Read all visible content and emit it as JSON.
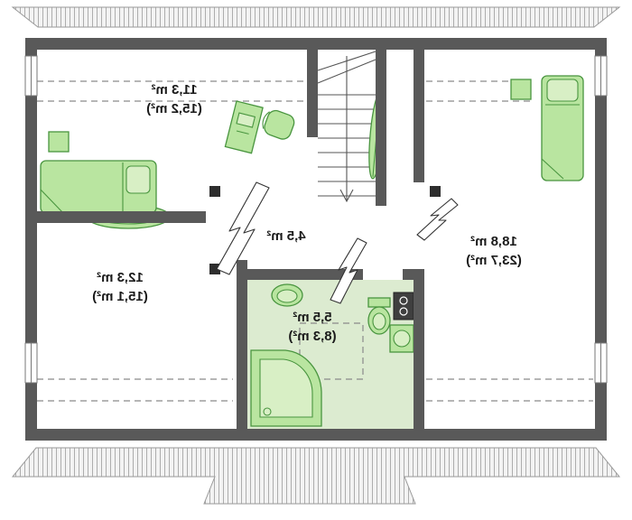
{
  "plan_type": "attic-floor-plan",
  "colors": {
    "wall": "#595959",
    "post": "#2e2e2e",
    "furniture_fill": "#b9e5a0",
    "furniture_fill_light": "#d8efc5",
    "furniture_stroke": "#49953f",
    "bathroom_floor": "#dcebd0",
    "dashed_line": "#8a8a8a"
  },
  "rooms": {
    "bedroom_top_left": {
      "area": "11,3 m²",
      "area_total": "(15,2 m²)"
    },
    "bedroom_right": {
      "area": "18,8 m²",
      "area_total": "(23,7 m²)"
    },
    "bedroom_bottom_left": {
      "area": "12,3 m²",
      "area_total": "(15,1 m²)"
    },
    "hallway": {
      "area": "4,5 m²"
    },
    "bathroom": {
      "area": "5,5 m²",
      "area_total": "(8,3 m²)"
    }
  }
}
